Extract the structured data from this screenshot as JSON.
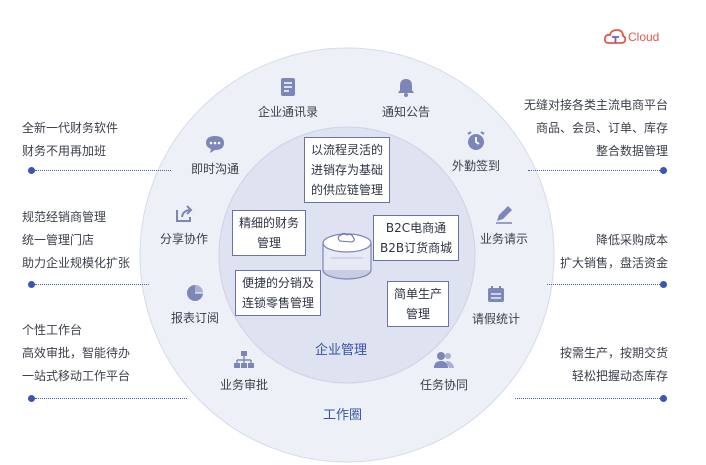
{
  "brand": {
    "logo_text": "Cloud"
  },
  "left_blocks": [
    {
      "lines": [
        "全新一代财务软件",
        "财务不用再加班"
      ]
    },
    {
      "lines": [
        "规范经销商管理",
        "统一管理门店",
        "助力企业规模化扩张"
      ]
    },
    {
      "lines": [
        "个性工作台",
        "高效审批，智能待办",
        "一站式移动工作平台"
      ]
    }
  ],
  "right_blocks": [
    {
      "lines": [
        "无缝对接各类主流电商平台",
        "商品、会员、订单、库存",
        "整合数据管理"
      ]
    },
    {
      "lines": [
        "降低采购成本",
        "扩大销售，盘活资金"
      ]
    },
    {
      "lines": [
        "按需生产，按期交货",
        "轻松把握动态库存"
      ]
    }
  ],
  "outer_ring": {
    "label": "工作圈",
    "features": [
      {
        "label": "企业通讯录",
        "icon": "contacts-icon"
      },
      {
        "label": "通知公告",
        "icon": "bell-icon"
      },
      {
        "label": "外勤签到",
        "icon": "clock-icon"
      },
      {
        "label": "业务请示",
        "icon": "pen-icon"
      },
      {
        "label": "请假统计",
        "icon": "calendar-icon"
      },
      {
        "label": "任务协同",
        "icon": "people-icon"
      },
      {
        "label": "业务审批",
        "icon": "org-chart-icon"
      },
      {
        "label": "报表订阅",
        "icon": "pie-chart-icon"
      },
      {
        "label": "分享协作",
        "icon": "share-icon"
      },
      {
        "label": "即时沟通",
        "icon": "chat-icon"
      }
    ]
  },
  "inner_ring": {
    "label": "企业管理",
    "boxes": [
      {
        "lines": [
          "以流程灵活的",
          "进销存为基础",
          "的供应链管理"
        ]
      },
      {
        "lines": [
          "精细的财务",
          "管理"
        ]
      },
      {
        "lines": [
          "B2C电商通",
          "B2B订货商城"
        ]
      },
      {
        "lines": [
          "便捷的分销及",
          "连锁零售管理"
        ]
      },
      {
        "lines": [
          "简单生产",
          "管理"
        ]
      }
    ]
  },
  "colors": {
    "accent": "#3b55b2",
    "outer_ring": "#eef0f8",
    "inner_ring": "#dfe2f1",
    "box_border": "#6a73a6",
    "icon": "#7d86b8",
    "brand": "#e05a4b"
  }
}
